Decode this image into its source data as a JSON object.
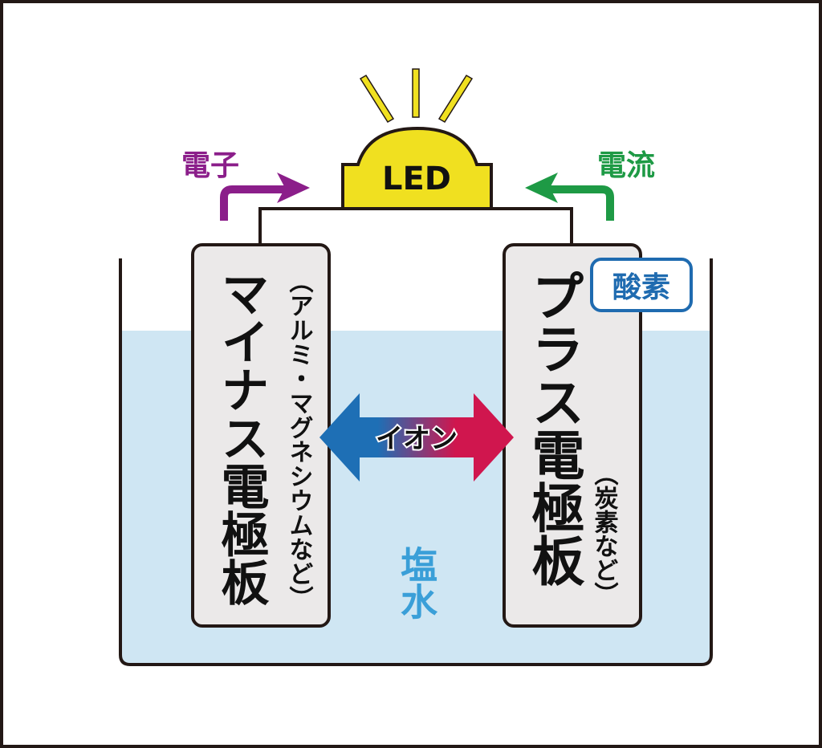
{
  "led": {
    "label": "LED"
  },
  "electron_label": "電子",
  "current_label": "電流",
  "left_electrode": {
    "title": "マイナス電極板",
    "note": "（アルミ・マグネシウムなど）"
  },
  "right_electrode": {
    "title": "プラス電極板",
    "note": "（炭素など）",
    "badge": "酸素"
  },
  "ion_label": "イオン",
  "salt_water_label": "塩水",
  "colors": {
    "electron": "#8b1e8a",
    "current": "#1e9a45",
    "led": "#f0e020",
    "water": "#cfe6f3",
    "electrode": "#ebe9e9",
    "oxygen": "#1f6bb0",
    "ion_left": "#1e6fb5",
    "ion_right": "#d0164e",
    "salt_water": "#3a9fd8"
  }
}
